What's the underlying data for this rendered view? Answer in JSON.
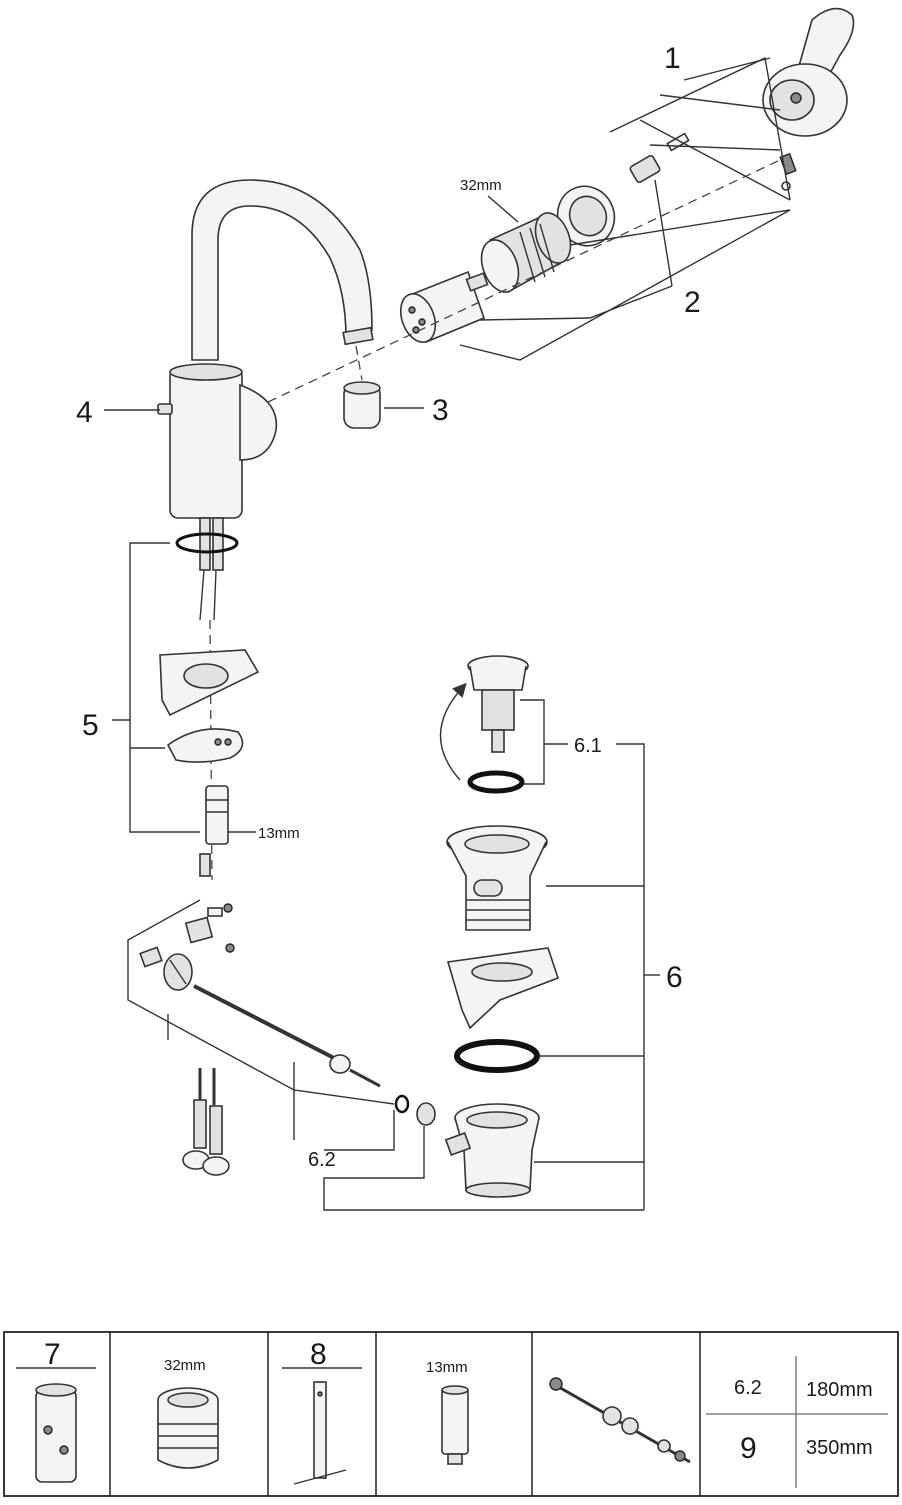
{
  "callouts": {
    "c1": "1",
    "c2": "2",
    "c3": "3",
    "c4": "4",
    "c5": "5",
    "c6": "6",
    "c6_1": "6.1",
    "c6_2": "6.2"
  },
  "dimensions": {
    "cartridge_size": "32mm",
    "rod_size": "13mm"
  },
  "spares_table": {
    "cell_7": "7",
    "cell_32mm": "32mm",
    "cell_8": "8",
    "cell_13mm": "13mm",
    "row1_id": "6.2",
    "row1_length": "180mm",
    "row2_id": "9",
    "row2_length": "350mm"
  }
}
